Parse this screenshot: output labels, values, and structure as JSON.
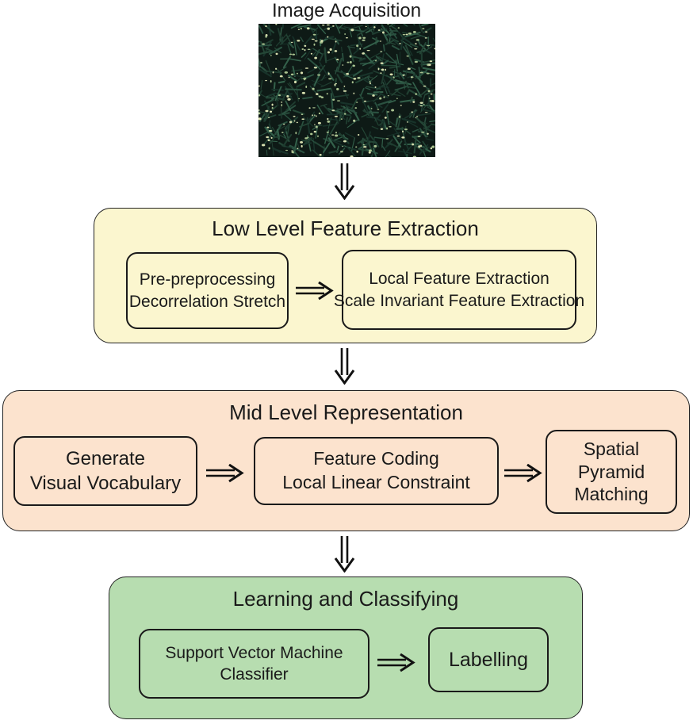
{
  "acquisition": {
    "title": "Image Acquisition",
    "image": "wheat-canopy-photo"
  },
  "low_level": {
    "title": "Low Level Feature Extraction",
    "box1": {
      "line1": "Pre-preprocessing",
      "line2": "Decorrelation Stretch"
    },
    "box2": {
      "line1": "Local Feature Extraction",
      "line2": "Scale Invariant Feature Extraction"
    },
    "fill": "#fbf6cf"
  },
  "mid_level": {
    "title": "Mid Level Representation",
    "box1": {
      "line1": "Generate",
      "line2": "Visual Vocabulary"
    },
    "box2": {
      "line1": "Feature Coding",
      "line2": "Local Linear Constraint"
    },
    "box3": {
      "line1": "Spatial",
      "line2": "Pyramid",
      "line3": "Matching"
    },
    "fill": "#fce3ce"
  },
  "learning": {
    "title": "Learning and Classifying",
    "box1": {
      "line1": "Support Vector Machine",
      "line2": "Classifier"
    },
    "box2": {
      "line1": "Labelling"
    },
    "fill": "#b7ddb0"
  }
}
